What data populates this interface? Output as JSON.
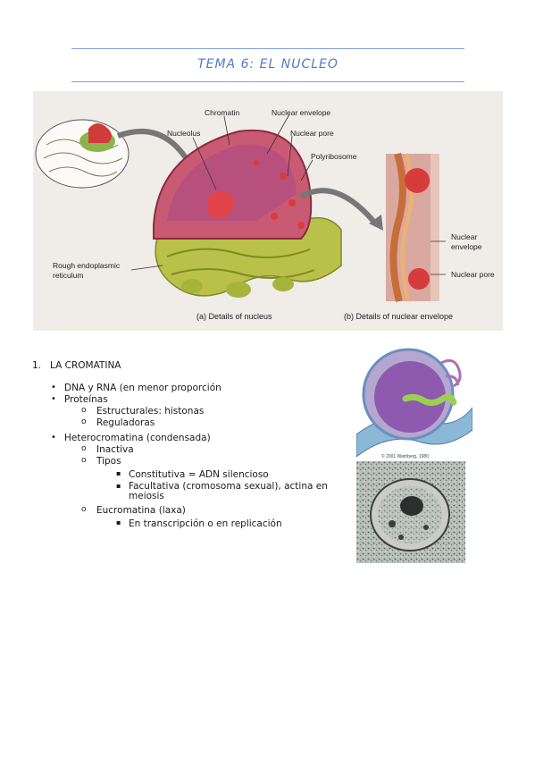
{
  "header": {
    "title": "TEMA 6: EL NUCLEO"
  },
  "figure_nucleus": {
    "labels": {
      "chromatin": "Chromatin",
      "nuclear_envelope": "Nuclear envelope",
      "nucleolus": "Nucleolus",
      "nuclear_pore": "Nuclear pore",
      "polyribosome": "Polyribosome",
      "rough_er_line1": "Rough endoplasmic",
      "rough_er_line2": "reticulum",
      "nuclear_envelope_b_line1": "Nuclear",
      "nuclear_envelope_b_line2": "envelope",
      "nuclear_pore_b": "Nuclear pore"
    },
    "captions": {
      "a": "(a) Details of nucleus",
      "b": "(b) Details of nuclear envelope"
    }
  },
  "section": {
    "number": "1.",
    "heading": "LA CROMATINA"
  },
  "outline": {
    "dna": "DNA y RNA (en menor proporción",
    "proteinas": "Proteínas",
    "estructurales": "Estructurales: histonas",
    "reguladoras": "Reguladoras",
    "heterocromatina": "Heterocromatina (condensada)",
    "inactiva": "Inactiva",
    "tipos": "Tipos",
    "constitutiva": "Constitutiva = ADN silencioso",
    "facultativa": "Facultativa (cromosoma sexual), actina en meiosis",
    "eucromatina": "Eucromatina (laxa)",
    "transcripcion": "En transcripción o en replicación"
  },
  "figure_cell": {
    "credit": "© 2001 Wamberg, 1980"
  },
  "colors": {
    "title": "#4f7cc4",
    "rule": "#7f9fd6"
  }
}
